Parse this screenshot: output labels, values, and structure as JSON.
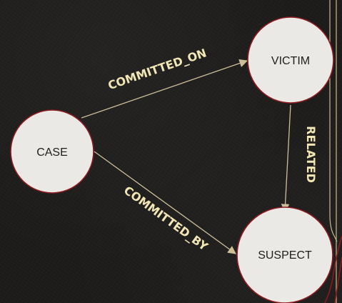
{
  "nodes": {
    "case": {
      "label": "CASE"
    },
    "victim": {
      "label": "VICTIM"
    },
    "suspect": {
      "label": "SUSPECT"
    }
  },
  "edges": {
    "committed_on": {
      "label": "COMMITTED_ON"
    },
    "committed_by": {
      "label": "COMMITTED_BY"
    },
    "related": {
      "label": "RELATED"
    }
  },
  "colors": {
    "node_fill": "#ebe9e5",
    "node_stroke": "#8b1a1f",
    "edge": "#cdbf98",
    "edge_label": "#f1e6b4",
    "background": "#1d1c1b"
  }
}
